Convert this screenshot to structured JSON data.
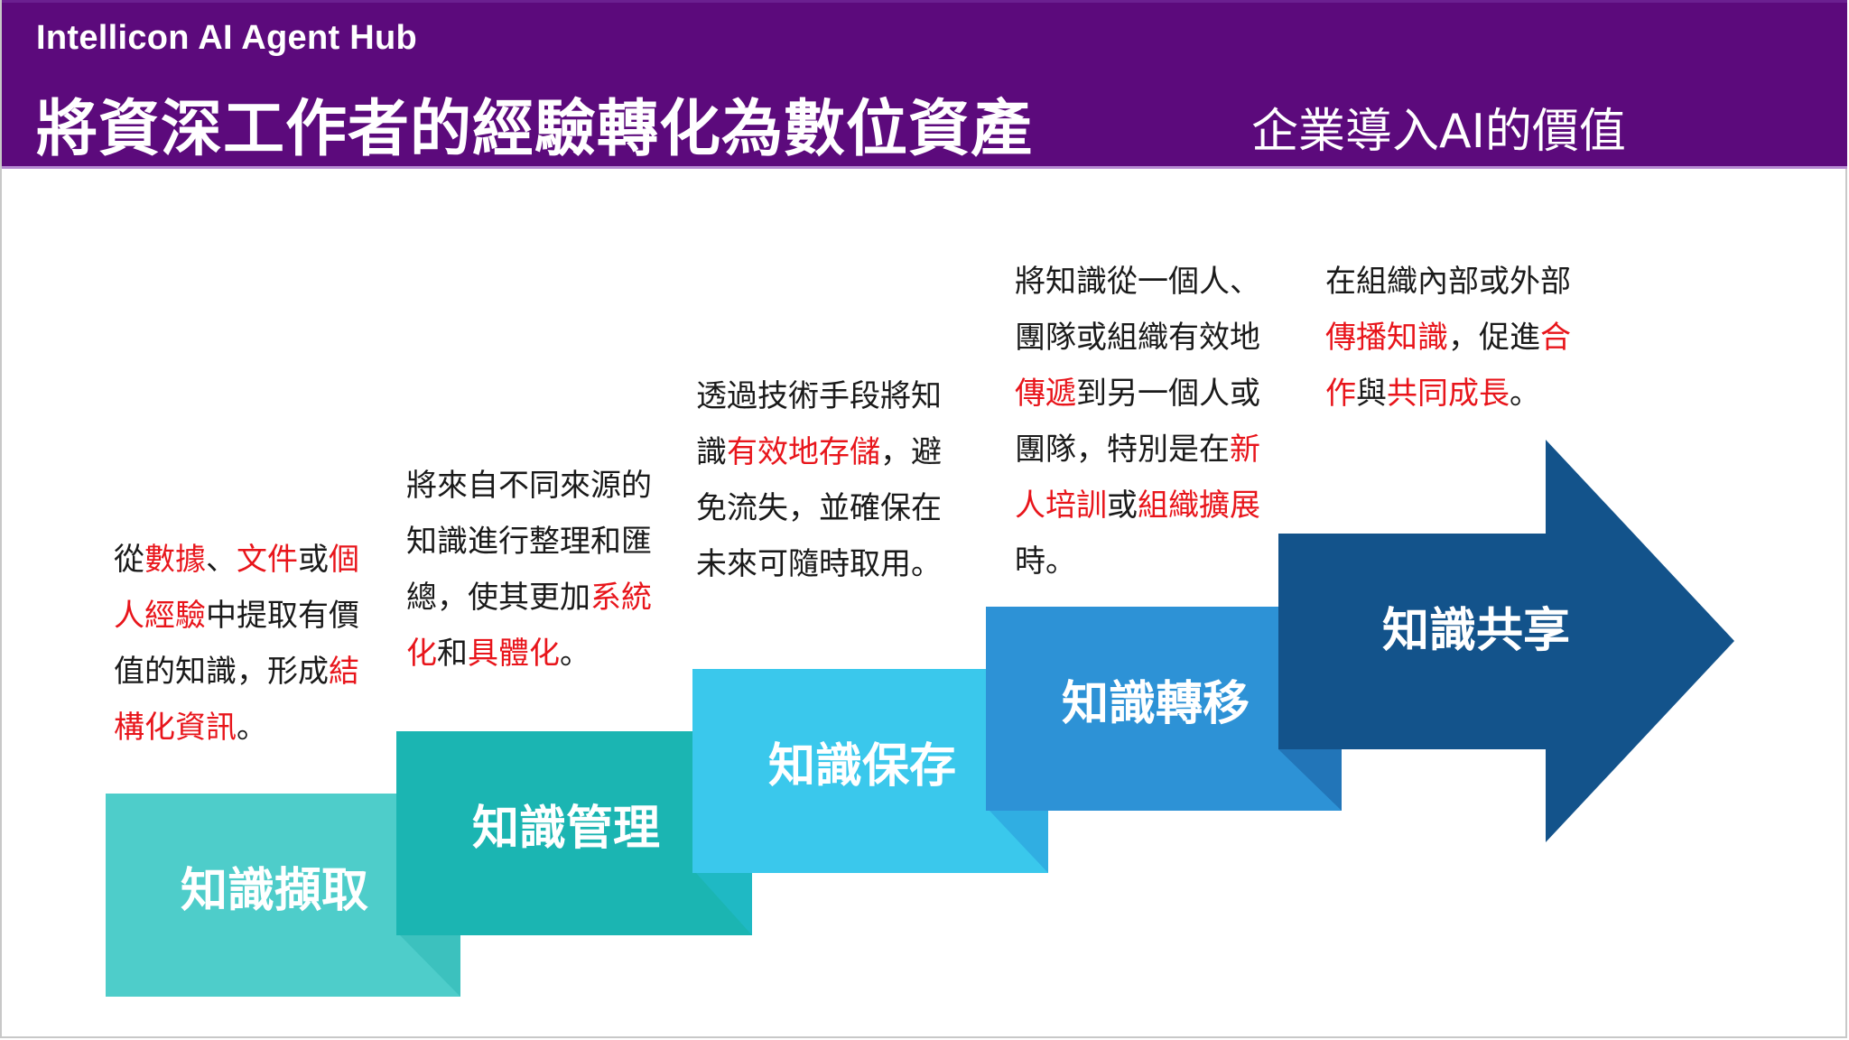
{
  "header": {
    "brand": "Intellicon AI Agent Hub",
    "title": "將資深工作者的經驗轉化為數位資產",
    "subtitle": "企業導入AI的價值",
    "background": "#5c0a7c"
  },
  "steps": [
    {
      "label": "知識擷取",
      "color": "#4ecdca",
      "fold_color": "#3cc1be",
      "description": [
        [
          {
            "t": "從"
          },
          {
            "t": "數據",
            "hl": true
          },
          {
            "t": "、"
          },
          {
            "t": "文件",
            "hl": true
          },
          {
            "t": "或"
          },
          {
            "t": "個",
            "hl": true
          }
        ],
        [
          {
            "t": "人經驗",
            "hl": true
          },
          {
            "t": "中提取有價"
          }
        ],
        [
          {
            "t": "值的知識，形成"
          },
          {
            "t": "結",
            "hl": true
          }
        ],
        [
          {
            "t": "構化資訊",
            "hl": true
          },
          {
            "t": "。"
          }
        ]
      ]
    },
    {
      "label": "知識管理",
      "color": "#1bb5b2",
      "fold_color": "#1fb9c4",
      "description": [
        [
          {
            "t": "將來自不同來源的"
          }
        ],
        [
          {
            "t": "知識進行整理和匯"
          }
        ],
        [
          {
            "t": "總，使其更加"
          },
          {
            "t": "系統",
            "hl": true
          }
        ],
        [
          {
            "t": "化",
            "hl": true
          },
          {
            "t": "和"
          },
          {
            "t": "具體化",
            "hl": true
          },
          {
            "t": "。"
          }
        ]
      ]
    },
    {
      "label": "知識保存",
      "color": "#3ac8ec",
      "fold_color": "#30aee2",
      "description": [
        [
          {
            "t": "透過技術手段將知"
          }
        ],
        [
          {
            "t": "識"
          },
          {
            "t": "有效地存儲",
            "hl": true
          },
          {
            "t": "，避"
          }
        ],
        [
          {
            "t": "免流失，並確保在"
          }
        ],
        [
          {
            "t": "未來可隨時取用。"
          }
        ]
      ]
    },
    {
      "label": "知識轉移",
      "color": "#2d92d6",
      "fold_color": "#2275b8",
      "description": [
        [
          {
            "t": "將知識從一個人、"
          }
        ],
        [
          {
            "t": "團隊或組織有效地"
          }
        ],
        [
          {
            "t": "傳遞",
            "hl": true
          },
          {
            "t": "到另一個人或"
          }
        ],
        [
          {
            "t": "團隊，特別是在"
          },
          {
            "t": "新",
            "hl": true
          }
        ],
        [
          {
            "t": "人培訓",
            "hl": true
          },
          {
            "t": "或"
          },
          {
            "t": "組織擴展",
            "hl": true
          }
        ],
        [
          {
            "t": "時。"
          }
        ]
      ]
    },
    {
      "label": "知識共享",
      "color": "#13538b",
      "description": [
        [
          {
            "t": "在組織內部或外部"
          }
        ],
        [
          {
            "t": "傳播知識",
            "hl": true
          },
          {
            "t": "，促進"
          },
          {
            "t": "合",
            "hl": true
          }
        ],
        [
          {
            "t": "作",
            "hl": true
          },
          {
            "t": "與"
          },
          {
            "t": "共同成長",
            "hl": true
          },
          {
            "t": "。"
          }
        ]
      ]
    }
  ],
  "highlight_color": "#e8151b"
}
